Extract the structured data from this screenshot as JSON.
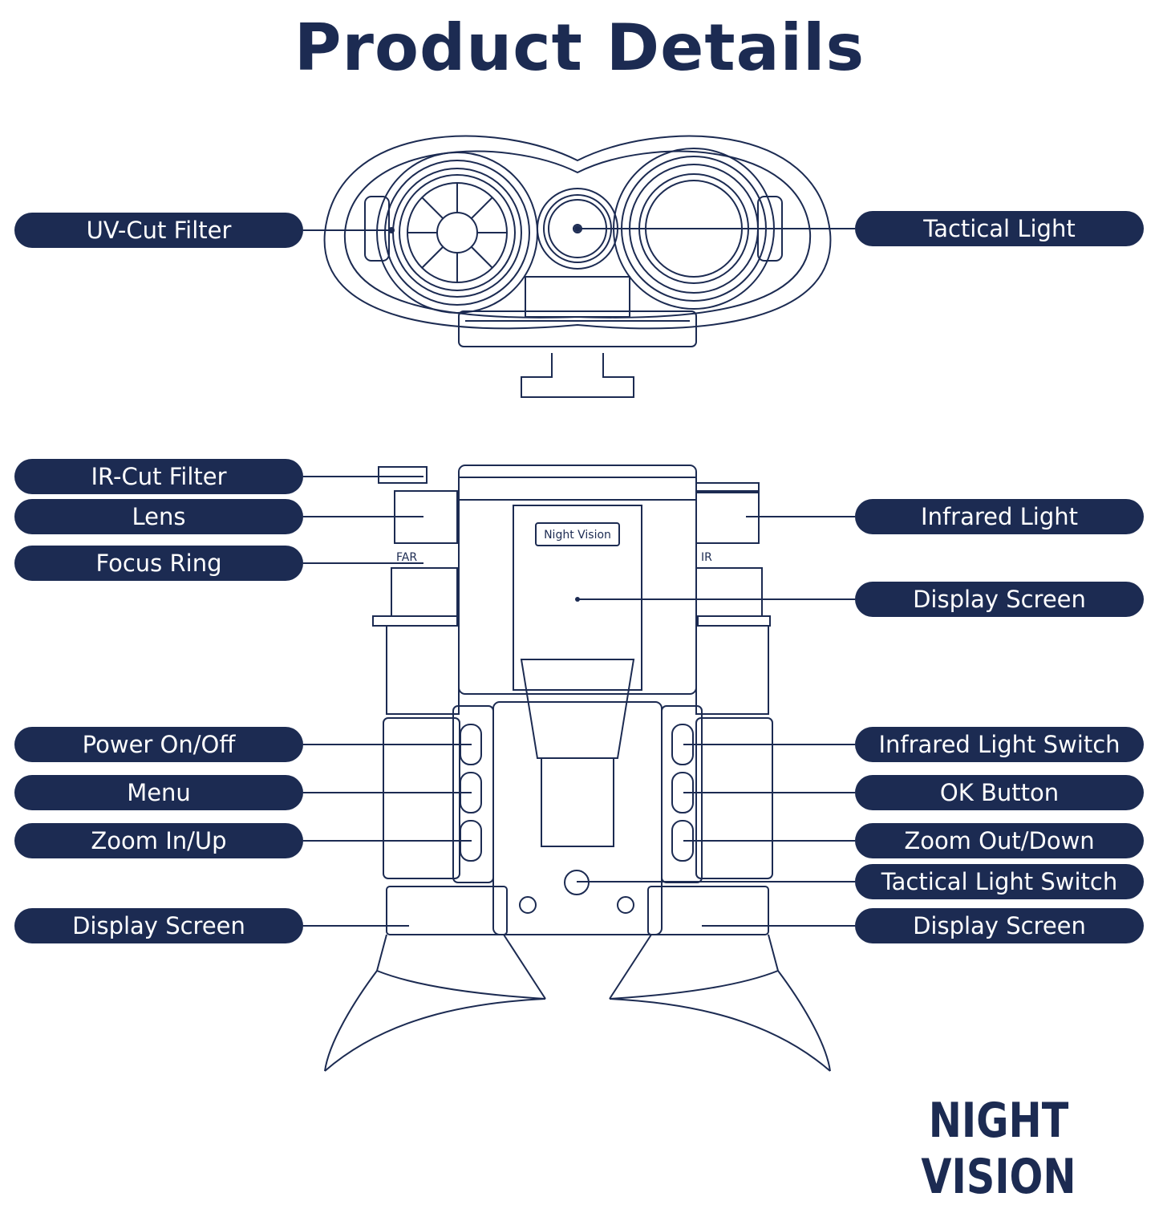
{
  "title": "Product Details",
  "brand": "NIGHT VISION",
  "device_text": {
    "badge": "Night Vision",
    "far": "FAR",
    "ir": "IR"
  },
  "colors": {
    "navy": "#1c2b52",
    "pill_text": "#ffffff",
    "background": "#ffffff"
  },
  "top_view": {
    "left": [
      {
        "label": "UV-Cut Filter"
      }
    ],
    "right": [
      {
        "label": "Tactical Light"
      }
    ]
  },
  "front_view": {
    "left": [
      {
        "label": "IR-Cut Filter"
      },
      {
        "label": "Lens"
      },
      {
        "label": "Focus Ring"
      },
      {
        "label": "Power On/Off"
      },
      {
        "label": "Menu"
      },
      {
        "label": "Zoom In/Up"
      },
      {
        "label": "Display Screen"
      }
    ],
    "right": [
      {
        "label": "Infrared Light"
      },
      {
        "label": "Display Screen"
      },
      {
        "label": "Infrared Light Switch"
      },
      {
        "label": "OK Button"
      },
      {
        "label": "Zoom Out/Down"
      },
      {
        "label": "Tactical Light Switch"
      },
      {
        "label": "Display Screen"
      }
    ]
  }
}
